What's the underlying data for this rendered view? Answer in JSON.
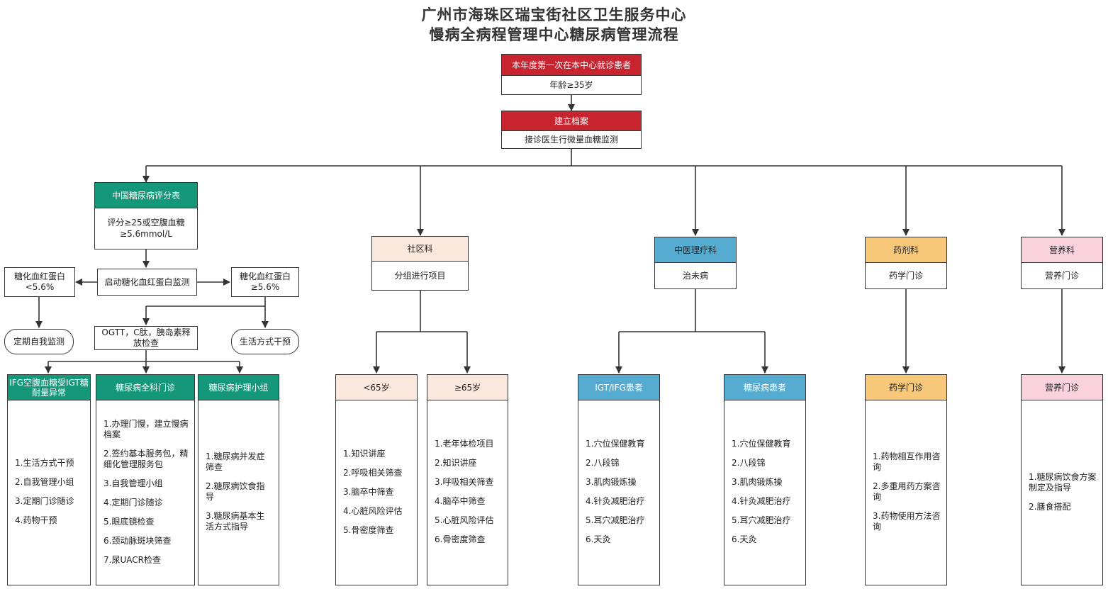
{
  "title": {
    "line1": "广州市海珠区瑞宝街社区卫生服务中心",
    "line2": "慢病全病程管理中心糖尿病管理流程"
  },
  "top": {
    "first_visit": {
      "header": "本年度第一次在本中心就诊患者",
      "body": "年龄≥35岁"
    },
    "archive": {
      "header": "建立档案",
      "body": "接诊医生行微量血糖监测"
    }
  },
  "left": {
    "score": {
      "header": "中国糖尿病评分表",
      "body": "评分≥25或空腹血糖≥5.6mmol/L"
    },
    "hba1c_start": "启动糖化血红蛋白监测",
    "hba1c_low": "糖化血红蛋白<5.6%",
    "hba1c_high": "糖化血红蛋白≥5.6%",
    "self_monitor": "定期自我监测",
    "lifestyle": "生活方式干预",
    "ogtt": "OGTT，C肽，胰岛素释放检查",
    "ifg": {
      "header": "IFG空腹血糖受IGT糖耐量异常",
      "items": [
        "1.生活方式干预",
        "2.自我管理小组",
        "3.定期门诊随诊",
        "4.药物干预"
      ]
    },
    "gp_clinic": {
      "header": "糖尿病全科门诊",
      "items": [
        "1.办理门慢，建立慢病档案",
        "2.签约基本服务包，精细化管理服务包",
        "3.自我管理小组",
        "4.定期门诊随诊",
        "5.眼底镜检查",
        "6.颈动脉斑块筛查",
        "7.尿UACR检查"
      ]
    },
    "nursing": {
      "header": "糖尿病护理小组",
      "items": [
        "1.糖尿病并发症筛查",
        "2.糖尿病饮食指导",
        "3.糖尿病基本生活方式指导"
      ]
    }
  },
  "community": {
    "dept": {
      "header": "社区科",
      "body": "分组进行项目"
    },
    "under65": {
      "header": "<65岁",
      "items": [
        "1.知识讲座",
        "2.呼吸相关筛查",
        "3.脑卒中筛查",
        "4.心脏风险评估",
        "5.骨密度筛查"
      ]
    },
    "over65": {
      "header": "≥65岁",
      "items": [
        "1.老年体检项目",
        "2.知识讲座",
        "3.呼吸相关筛查",
        "4.脑卒中筛查",
        "5.心脏风险评估",
        "6.骨密度筛查"
      ]
    }
  },
  "tcm": {
    "dept": {
      "header": "中医理疗科",
      "body": "治未病"
    },
    "igt": {
      "header": "IGT/IFG患者",
      "items": [
        "1.穴位保健教育",
        "2.八段锦",
        "3.肌肉锻炼操",
        "4.针灸减肥治疗",
        "5.耳穴减肥治疗",
        "6.天灸"
      ]
    },
    "diabetic": {
      "header": "糖尿病患者",
      "items": [
        "1.穴位保健教育",
        "2.八段锦",
        "3.肌肉锻炼操",
        "4.针灸减肥治疗",
        "5.耳穴减肥治疗",
        "6.天灸"
      ]
    }
  },
  "pharmacy": {
    "dept": {
      "header": "药剂科",
      "body": "药学门诊"
    },
    "clinic": {
      "header": "药学门诊",
      "items": [
        "1.药物相互作用咨询",
        "2.多重用药方案咨询",
        "3.药物使用方法咨询"
      ]
    }
  },
  "nutrition": {
    "dept": {
      "header": "营养科",
      "body": "营养门诊"
    },
    "clinic": {
      "header": "营养门诊",
      "items": [
        "1.糖尿病饮食方案制定及指导",
        "2.膳食搭配"
      ]
    }
  },
  "colors": {
    "red": "#c8242f",
    "green": "#15987a",
    "peach": "#fae8dc",
    "blue": "#55acd0",
    "orange": "#f8c87a",
    "pink": "#f9d2dc"
  }
}
